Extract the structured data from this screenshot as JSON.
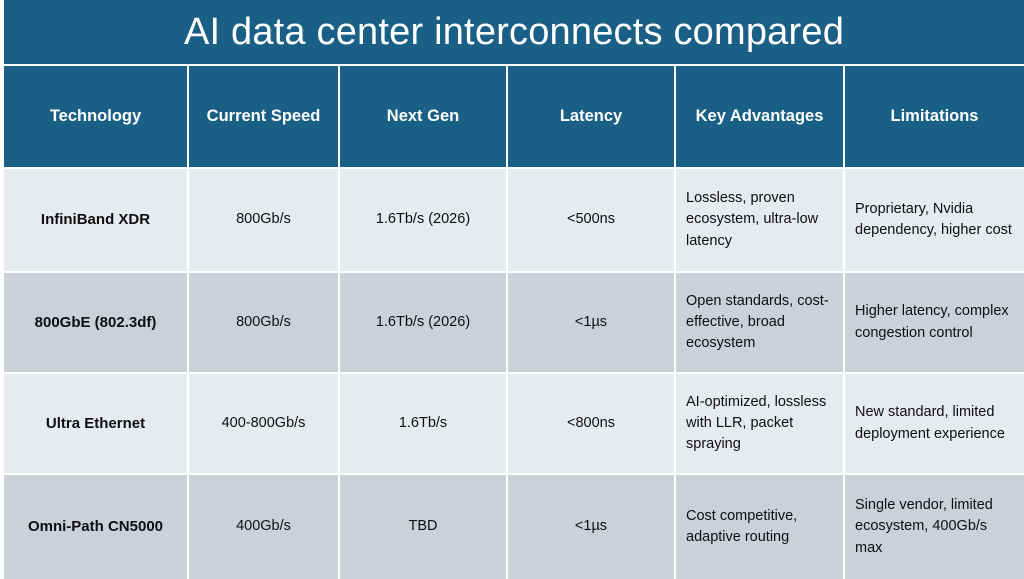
{
  "slide": {
    "title": "AI data center interconnects compared",
    "accent_color": "#1a5f86",
    "row_color_odd": "#e7eaee",
    "row_color_even": "#ccd1d9"
  },
  "table": {
    "columns": [
      "Technology",
      "Current Speed",
      "Next Gen",
      "Latency",
      "Key Advantages",
      "Limitations"
    ],
    "rows": [
      {
        "technology": "InfiniBand XDR",
        "current_speed": "800Gb/s",
        "next_gen": "1.6Tb/s (2026)",
        "latency": "<500ns",
        "key_advantages": "Lossless, proven ecosystem, ultra-low latency",
        "limitations": "Proprietary, Nvidia dependency, higher cost"
      },
      {
        "technology": "800GbE (802.3df)",
        "current_speed": "800Gb/s",
        "next_gen": "1.6Tb/s (2026)",
        "latency": "<1µs",
        "key_advantages": "Open standards, cost-effective, broad ecosystem",
        "limitations": "Higher latency, complex congestion control"
      },
      {
        "technology": "Ultra Ethernet",
        "current_speed": "400-800Gb/s",
        "next_gen": "1.6Tb/s",
        "latency": "<800ns",
        "key_advantages": "AI-optimized, lossless with LLR, packet spraying",
        "limitations": "New standard, limited deployment experience"
      },
      {
        "technology": "Omni-Path CN5000",
        "current_speed": "400Gb/s",
        "next_gen": "TBD",
        "latency": "<1µs",
        "key_advantages": "Cost competitive, adaptive routing",
        "limitations": "Single vendor, limited ecosystem, 400Gb/s max"
      }
    ]
  }
}
